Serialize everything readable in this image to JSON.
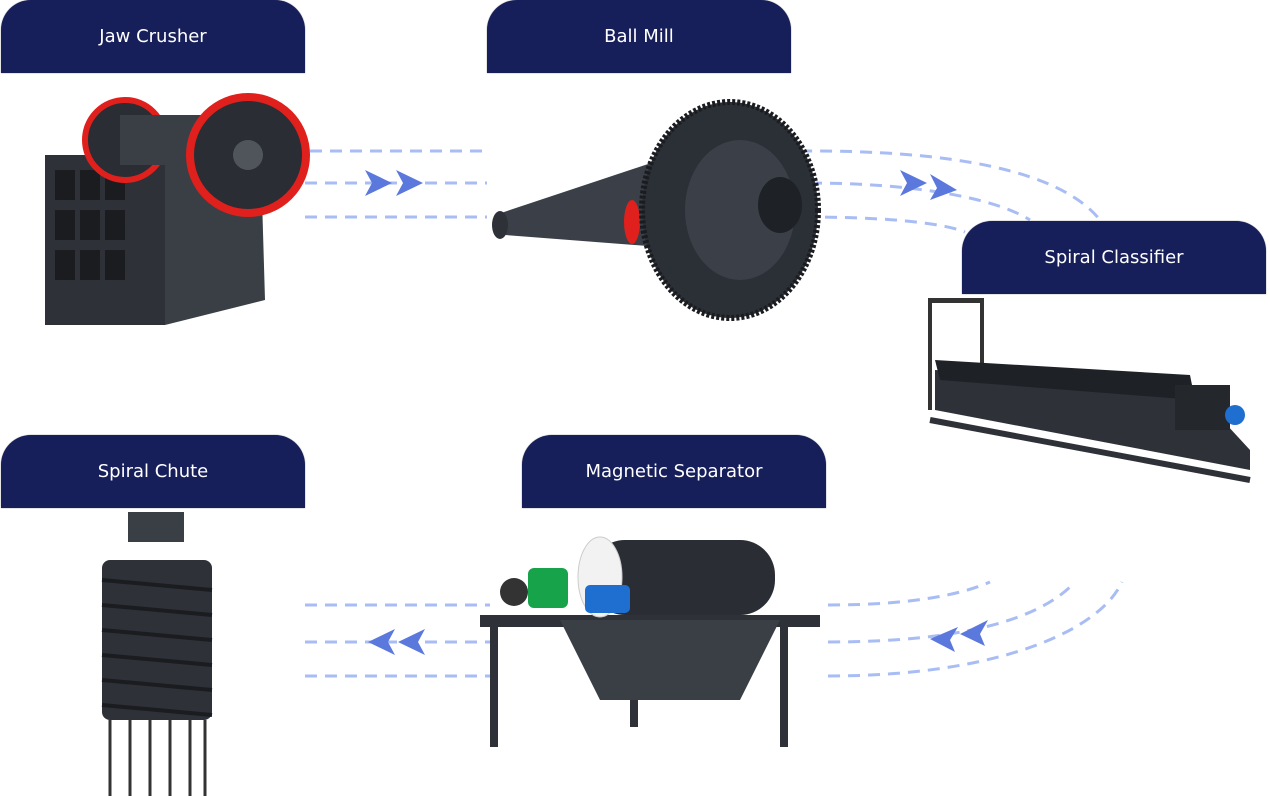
{
  "stages": [
    {
      "id": "jaw-crusher",
      "label": "Jaw Crusher"
    },
    {
      "id": "ball-mill",
      "label": "Ball Mill"
    },
    {
      "id": "spiral-classifier",
      "label": "Spiral Classifier"
    },
    {
      "id": "magnetic-separator",
      "label": "Magnetic Separator"
    },
    {
      "id": "spiral-chute",
      "label": "Spiral Chute"
    }
  ],
  "colors": {
    "label_bg": "#171f5a",
    "dash": "#a9bdf5",
    "arrow": "#5b78dc",
    "machine": "#2e3238",
    "accent_red": "#e0201c",
    "motor_blue": "#1f6fd1",
    "gear_green": "#16a34a"
  }
}
